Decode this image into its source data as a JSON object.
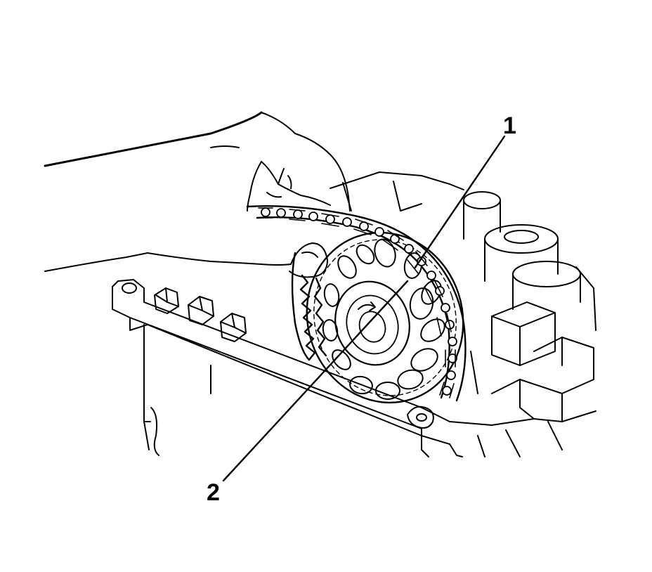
{
  "callouts": [
    {
      "label": "1",
      "target": "timing-chain"
    },
    {
      "label": "2",
      "target": "camshaft-sprocket"
    }
  ],
  "colors": {
    "ink": "#000000",
    "background": "#ffffff"
  }
}
